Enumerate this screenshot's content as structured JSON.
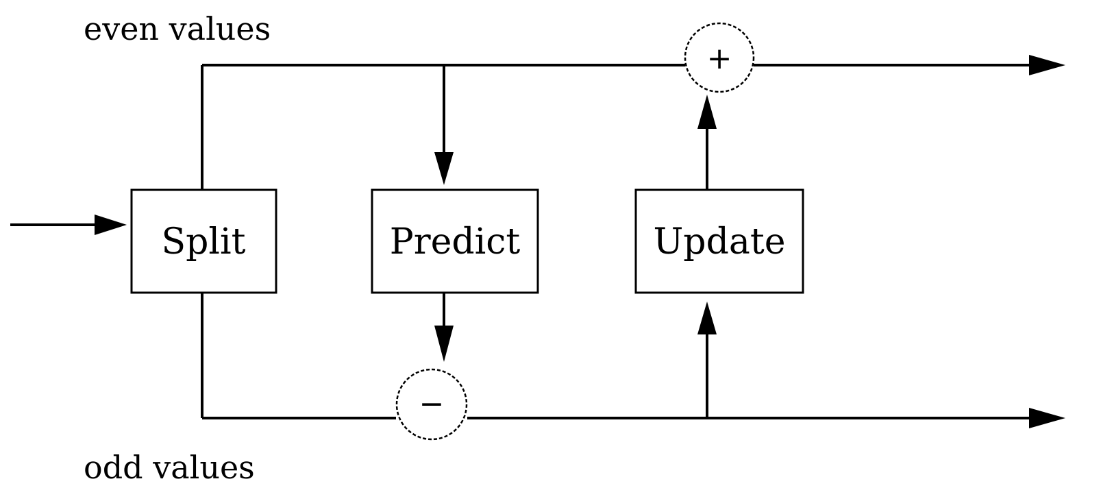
{
  "labels": {
    "even": "even values",
    "odd": "odd values"
  },
  "blocks": {
    "split": "Split",
    "predict": "Predict",
    "update": "Update"
  },
  "operators": {
    "add": "+",
    "subtract": "−"
  },
  "colors": {
    "stroke": "#000000",
    "background": "#ffffff"
  }
}
